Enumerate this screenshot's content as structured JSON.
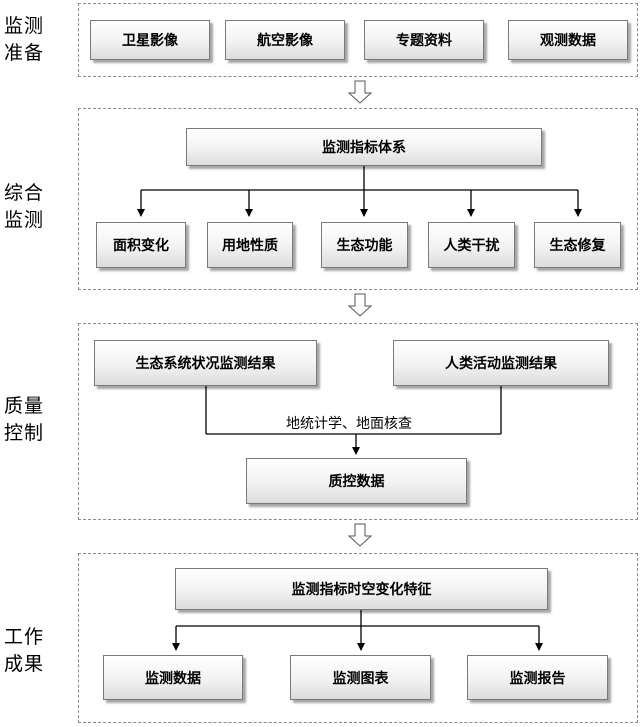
{
  "sections": [
    {
      "label_line1": "监测",
      "label_line2": "准备"
    },
    {
      "label_line1": "综合",
      "label_line2": "监测"
    },
    {
      "label_line1": "质量",
      "label_line2": "控制"
    },
    {
      "label_line1": "工作",
      "label_line2": "成果"
    }
  ],
  "prep": {
    "items": [
      "卫星影像",
      "航空影像",
      "专题资料",
      "观测数据"
    ]
  },
  "monitor": {
    "system": "监测指标体系",
    "items": [
      "面积变化",
      "用地性质",
      "生态功能",
      "人类干扰",
      "生态修复"
    ]
  },
  "quality": {
    "ecosystem_result": "生态系统状况监测结果",
    "human_result": "人类活动监测结果",
    "method_note": "地统计学、地面核查",
    "qc_data": "质控数据"
  },
  "results": {
    "feature": "监测指标时空变化特征",
    "items": [
      "监测数据",
      "监测图表",
      "监测报告"
    ]
  }
}
